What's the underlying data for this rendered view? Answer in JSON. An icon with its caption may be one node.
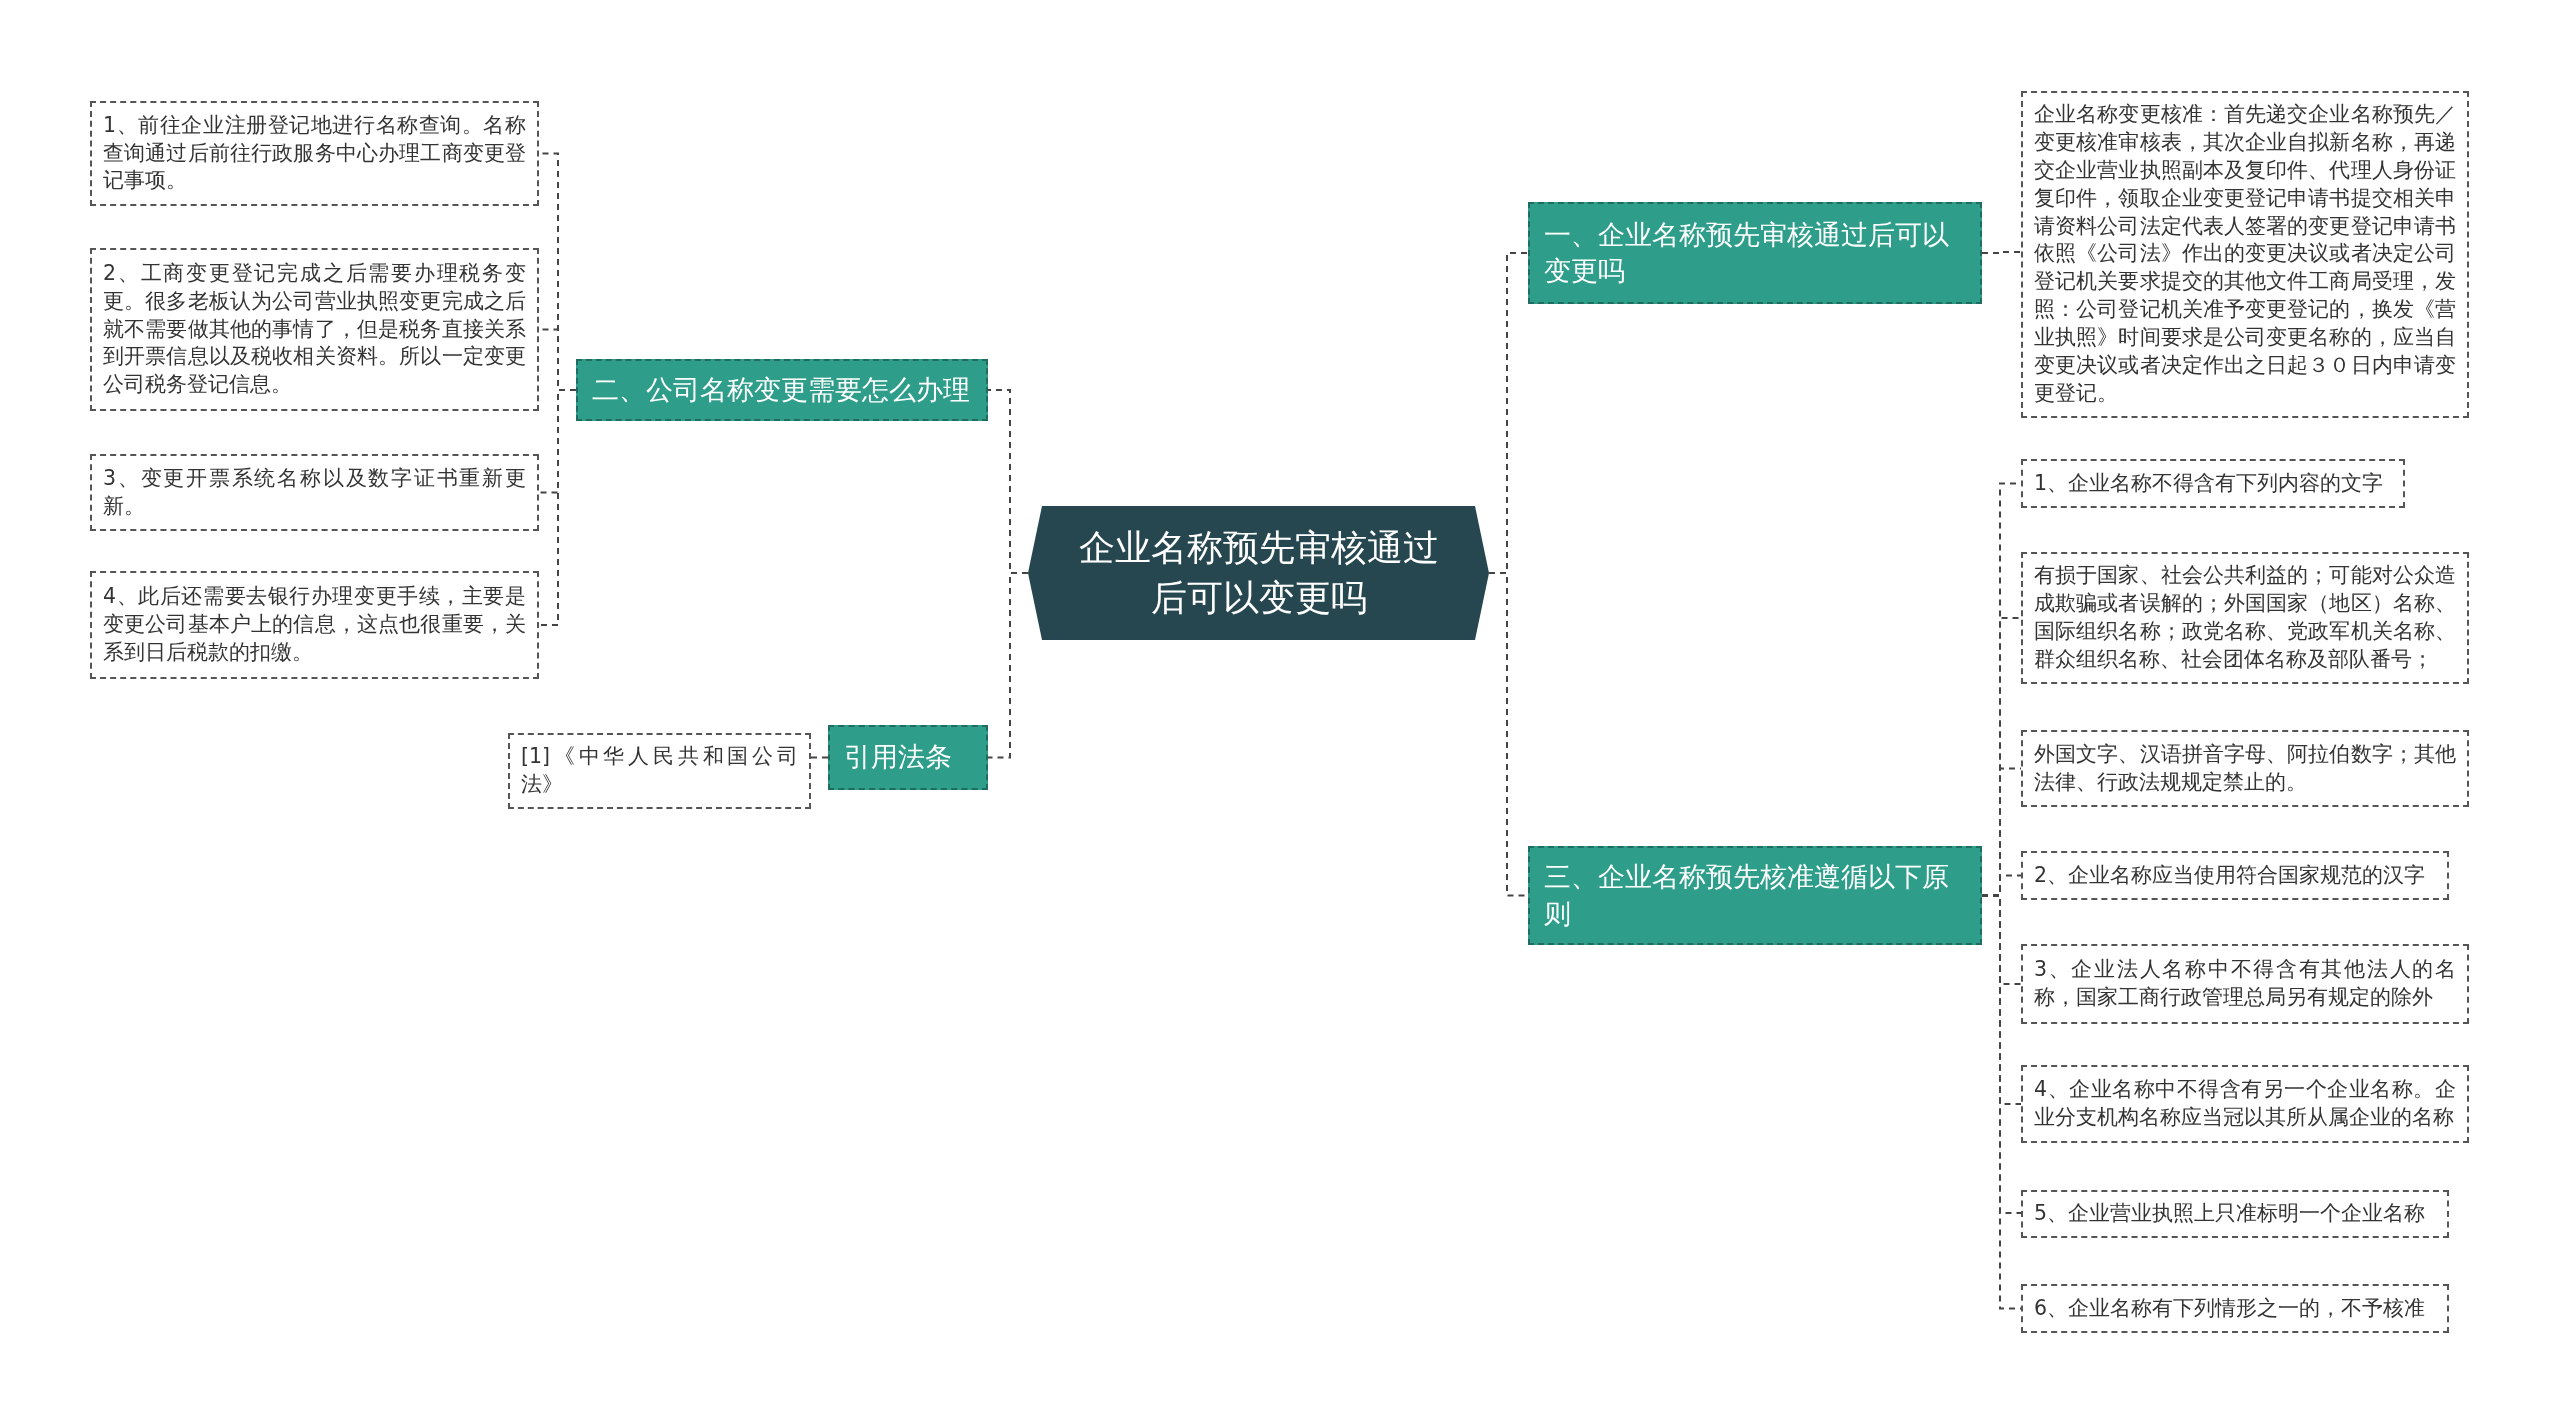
{
  "diagram": {
    "nodes": [
      {
        "text": [
          "企业名称预先审核通过后可以变更吗"
        ]
      },
      {
        "text": [
          "一、企业名称预先审核通过后可以变更吗"
        ]
      },
      {
        "text": [
          "企业名称变更核准：首先递交企业名称预先／变更核准审核表，其次企业自拟新名称，再递交企业营业执照副本及复印件、代理人身份证复印件，领取企业变更登记申请书提交相关申请资料公司法定代表人签署的变更登记申请书依照《公司法》作出的变更决议或者决定公司登记机关要求提交的其他文件工商局受理，发照：公司登记机关准予变更登记的，换发《营业执照》时间要求是公司变更名称的，应当自变更决议或者决定作出之日起３０日内申请变更登记。"
        ]
      },
      {
        "text": [
          "二、公司名称变更需要怎么办理"
        ]
      },
      {
        "text": [
          "1、前往企业注册登记地进行名称查询。名称查询通过后前往行政服务中心办理工商变更登记事项。"
        ]
      },
      {
        "text": [
          "2、工商变更登记完成之后需要办理税务变更。很多老板认为公司营业执照变更完成之后就不需要做其他的事情了，但是税务直接关系到开票信息以及税收相关资料。所以一定变更公司税务登记信息。"
        ]
      },
      {
        "text": [
          "3、变更开票系统名称以及数字证书重新更新。"
        ]
      },
      {
        "text": [
          "4、此后还需要去银行办理变更手续，主要是变更公司基本户上的信息，这点也很重要，关系到日后税款的扣缴。"
        ]
      },
      {
        "text": [
          "引用法条"
        ]
      },
      {
        "text": [
          "[1]《中华人民共和国公司法》"
        ]
      },
      {
        "text": [
          "三、企业名称预先核准遵循以下原则"
        ]
      },
      {
        "text": [
          "1、企业名称不得含有下列内容的文字"
        ]
      },
      {
        "text": [
          "有损于国家、社会公共利益的；可能对公众造成欺骗或者误解的；外国国家（地区）名称、国际组织名称；政党名称、党政军机关名称、群众组织名称、社会团体名称及部队番号；"
        ]
      },
      {
        "text": [
          "外国文字、汉语拼音字母、阿拉伯数字；其他法律、行政法规规定禁止的。"
        ]
      },
      {
        "text": [
          "2、企业名称应当使用符合国家规范的汉字"
        ]
      },
      {
        "text": [
          "3、企业法人名称中不得含有其他法人的名称，国家工商行政管理总局另有规定的除外"
        ]
      },
      {
        "text": [
          "4、企业名称中不得含有另一个企业名称。企业分支机构名称应当冠以其所从属企业的名称"
        ]
      },
      {
        "text": [
          "5、企业营业执照上只准标明一个企业名称"
        ]
      },
      {
        "text": [
          "6、企业名称有下列情形之一的，不予核准"
        ]
      }
    ],
    "edges": [
      {
        "from": 0,
        "to": 1,
        "arrow": "none"
      },
      {
        "from": 1,
        "to": 2,
        "arrow": "none"
      },
      {
        "from": 0,
        "to": 3,
        "arrow": "none"
      },
      {
        "from": 3,
        "to": 4,
        "arrow": "none"
      },
      {
        "from": 3,
        "to": 5,
        "arrow": "none"
      },
      {
        "from": 3,
        "to": 6,
        "arrow": "none"
      },
      {
        "from": 3,
        "to": 7,
        "arrow": "none"
      },
      {
        "from": 0,
        "to": 8,
        "arrow": "none"
      },
      {
        "from": 8,
        "to": 9,
        "arrow": "none"
      },
      {
        "from": 0,
        "to": 10,
        "arrow": "none"
      },
      {
        "from": 10,
        "to": 11,
        "arrow": "none"
      },
      {
        "from": 10,
        "to": 12,
        "arrow": "none"
      },
      {
        "from": 10,
        "to": 13,
        "arrow": "none"
      },
      {
        "from": 10,
        "to": 14,
        "arrow": "none"
      },
      {
        "from": 10,
        "to": 15,
        "arrow": "none"
      },
      {
        "from": 10,
        "to": 16,
        "arrow": "none"
      },
      {
        "from": 10,
        "to": 17,
        "arrow": "none"
      },
      {
        "from": 10,
        "to": 18,
        "arrow": "none"
      }
    ]
  }
}
